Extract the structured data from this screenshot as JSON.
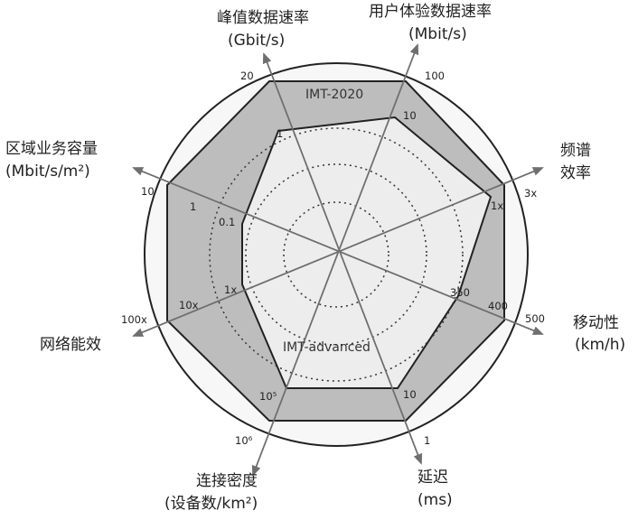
{
  "labels": {
    "imt2020": "IMT-2020",
    "imt_advanced": "IMT-advanced"
  },
  "axes": [
    {
      "id": "peak-rate",
      "title": [
        "峰值数据速率",
        "(Gbit/s)"
      ],
      "outer": "20",
      "inner": "1"
    },
    {
      "id": "user-rate",
      "title": [
        "用户体验数据速率",
        "(Mbit/s)"
      ],
      "outer": "100",
      "inner": "10"
    },
    {
      "id": "spectral-eff",
      "title": [
        "频谱",
        "效率"
      ],
      "outer": "3x",
      "inner": "1x"
    },
    {
      "id": "mobility",
      "title": [
        "移动性",
        "(km/h)"
      ],
      "outer": "500",
      "mid": "400",
      "inner": "350"
    },
    {
      "id": "latency",
      "title": [
        "延迟",
        "(ms)"
      ],
      "outer": "1",
      "inner": "10"
    },
    {
      "id": "conn-density",
      "title": [
        "连接密度",
        "(设备数/km²)"
      ],
      "outer": "10⁶",
      "inner": "10⁵"
    },
    {
      "id": "energy-eff",
      "title": [
        "网络能效"
      ],
      "outer": "100x",
      "inner": "10x",
      "low": "1x"
    },
    {
      "id": "area-capacity",
      "title": [
        "区域业务容量",
        "(Mbit/s/m²)"
      ],
      "outer": "10",
      "inner": "1",
      "low": "0.1"
    }
  ],
  "colors": {
    "outer_band": "#bdbdbd",
    "inner_fill": "#ececec",
    "stroke": "#222222",
    "arrow": "#6f6f6f"
  }
}
